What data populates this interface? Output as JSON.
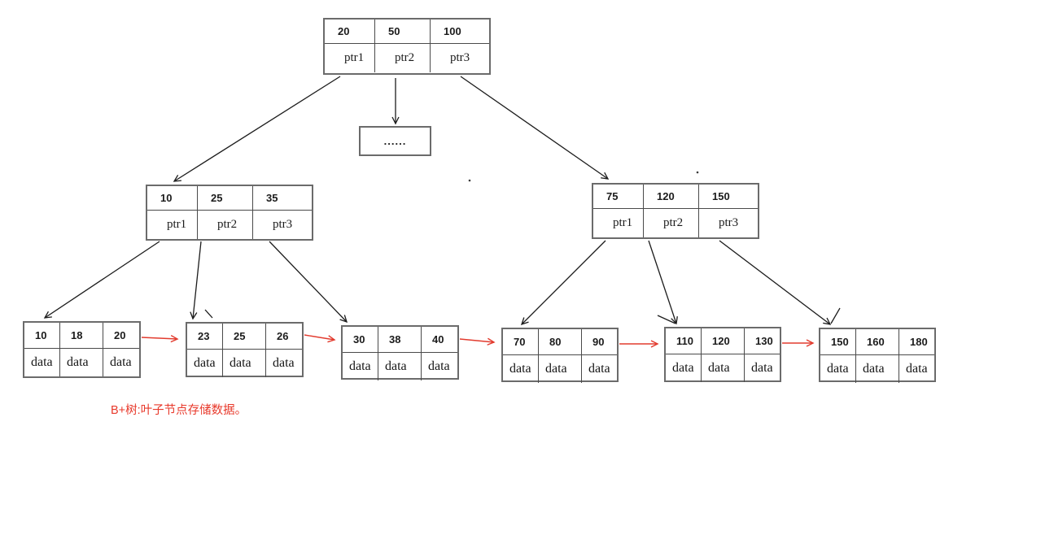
{
  "nodes": {
    "root": {
      "keys": [
        "20",
        "50",
        "100"
      ],
      "pointers": [
        "ptr1",
        "ptr2",
        "ptr3"
      ]
    },
    "ellipsis": {
      "label": "......"
    },
    "internal_left": {
      "keys": [
        "10",
        "25",
        "35"
      ],
      "pointers": [
        "ptr1",
        "ptr2",
        "ptr3"
      ]
    },
    "internal_right": {
      "keys": [
        "75",
        "120",
        "150"
      ],
      "pointers": [
        "ptr1",
        "ptr2",
        "ptr3"
      ]
    },
    "leaves": [
      {
        "keys": [
          "10",
          "18",
          "20"
        ],
        "values": [
          "data",
          "data",
          "data"
        ]
      },
      {
        "keys": [
          "23",
          "25",
          "26"
        ],
        "values": [
          "data",
          "data",
          "data"
        ]
      },
      {
        "keys": [
          "30",
          "38",
          "40"
        ],
        "values": [
          "data",
          "data",
          "data"
        ]
      },
      {
        "keys": [
          "70",
          "80",
          "90"
        ],
        "values": [
          "data",
          "data",
          "data"
        ]
      },
      {
        "keys": [
          "110",
          "120",
          "130"
        ],
        "values": [
          "data",
          "data",
          "data"
        ]
      },
      {
        "keys": [
          "150",
          "160",
          "180"
        ],
        "values": [
          "data",
          "data",
          "data"
        ]
      }
    ]
  },
  "annotation": {
    "text": "B+树:叶子节点存储数据。",
    "color": "#e8392b"
  },
  "colors": {
    "background": "#ffffff",
    "node_border": "#6b6b6b",
    "inner_divider": "#4a4a4a",
    "tree_edge": "#1c1c1c",
    "leaf_chain_arrow": "#e23b2e",
    "text": "#1b1b1b"
  }
}
